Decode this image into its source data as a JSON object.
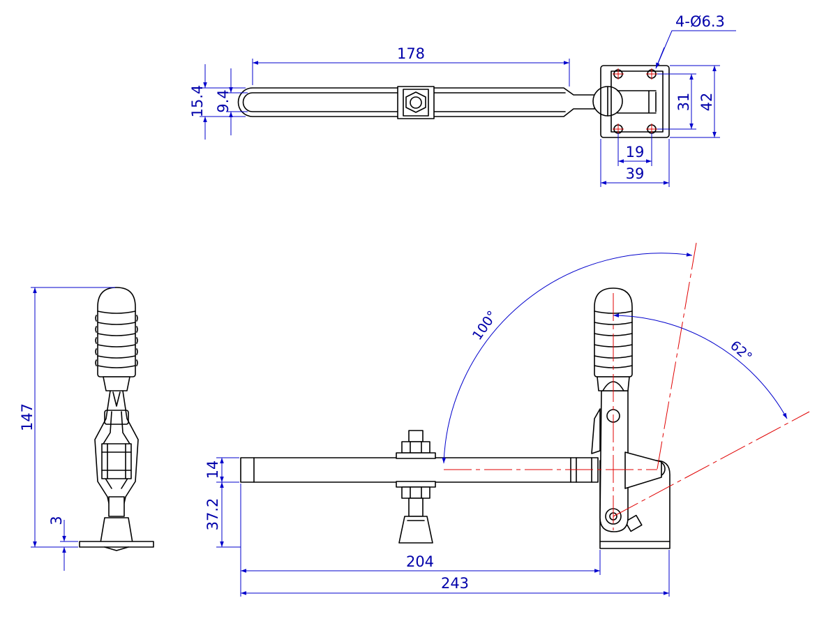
{
  "colors": {
    "outline": "#000000",
    "dimension": "#0000cc",
    "centerline": "#e00000",
    "background": "#ffffff"
  },
  "top_view": {
    "dim_length": "178",
    "dim_handle_outer": "15.4",
    "dim_handle_inner": "9.4",
    "dim_holes": "4-Ø6.3",
    "dim_hole_vertical": "31",
    "dim_base_height": "42",
    "dim_hole_horizontal": "19",
    "dim_base_width": "39"
  },
  "front_view": {
    "dim_total_height": "147",
    "dim_base_thickness": "3"
  },
  "side_view": {
    "dim_angle_open": "100°",
    "dim_angle_handle": "62°",
    "dim_bar_thickness": "14",
    "dim_spindle_height": "37.2",
    "dim_reach": "204",
    "dim_overall_length": "243"
  }
}
